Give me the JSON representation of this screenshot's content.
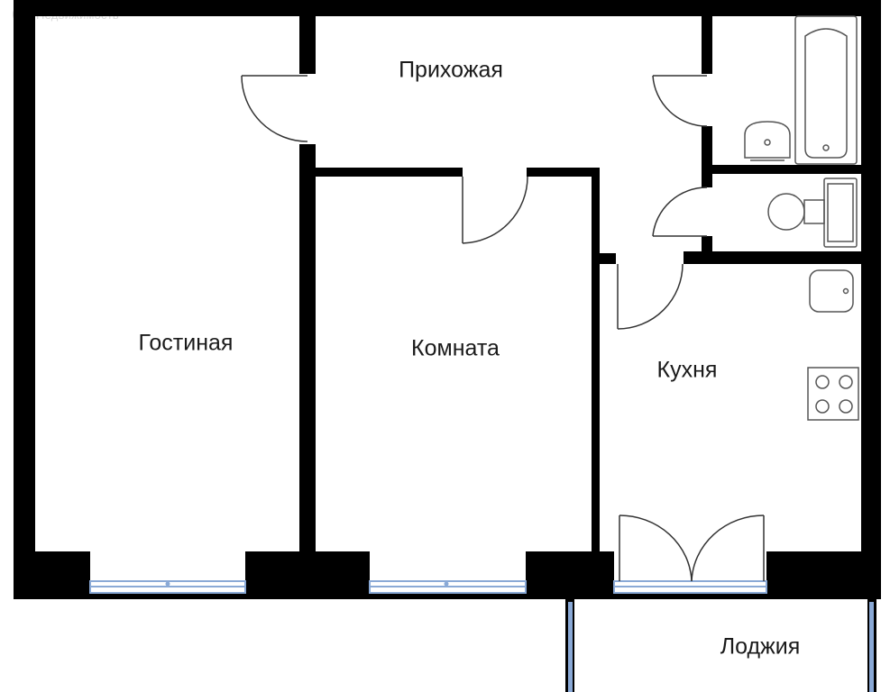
{
  "watermark": {
    "logo_text": "Я",
    "text": "Недвижимость"
  },
  "rooms": {
    "hallway": "Прихожая",
    "living_room": "Гостиная",
    "room": "Комната",
    "kitchen": "Кухня",
    "loggia": "Лоджия"
  },
  "colors": {
    "wall": "#000000",
    "window": "#8aa9d6",
    "fixture": "#555555",
    "floor": "#ffffff"
  },
  "fixtures": [
    "bathtub-icon",
    "sink-icon",
    "toilet-icon",
    "kitchen-sink-icon",
    "stove-icon"
  ]
}
